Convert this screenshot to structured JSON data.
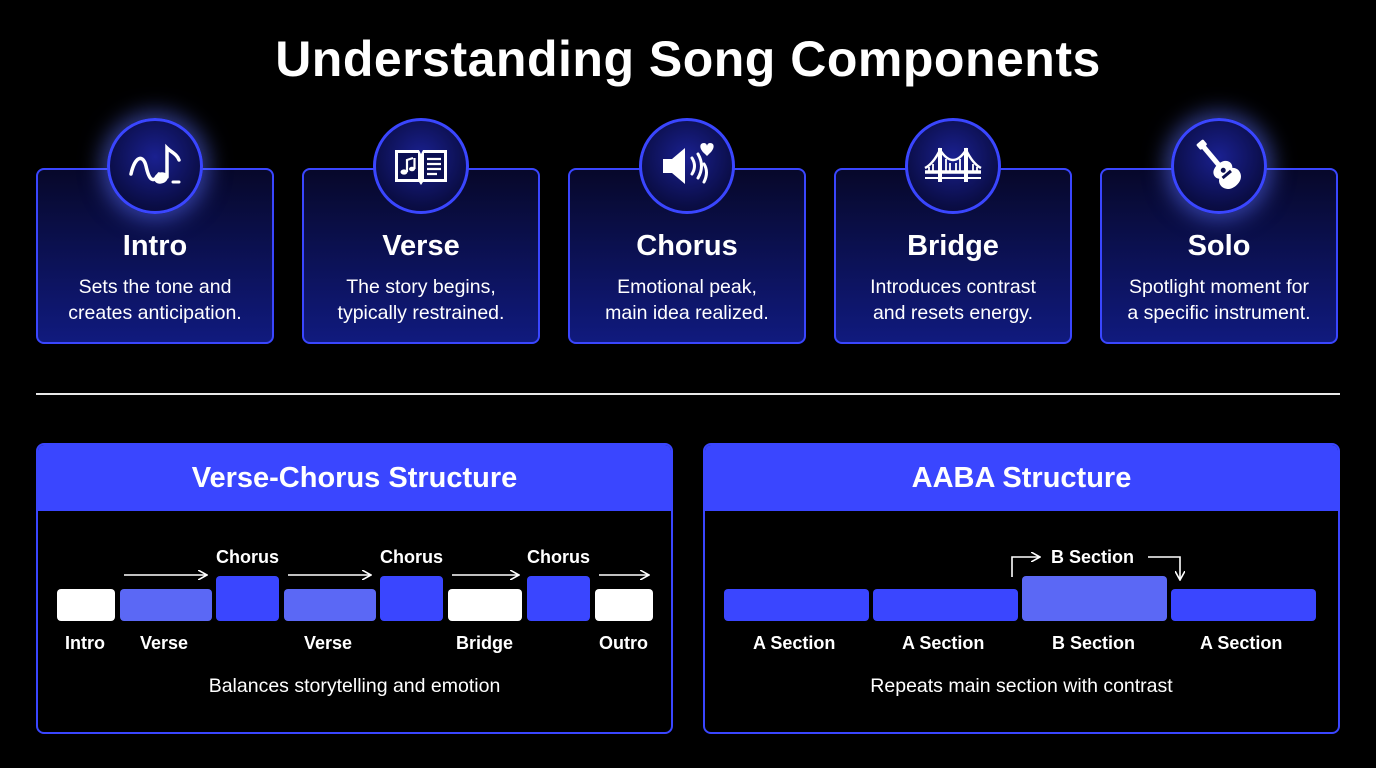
{
  "title": "Understanding Song Components",
  "colors": {
    "accent": "#3a46ff",
    "light_block": "#5b68f5",
    "white_block": "#ffffff",
    "background": "#000000"
  },
  "components": [
    {
      "name": "Intro",
      "desc_line1": "Sets the tone and",
      "desc_line2": "creates anticipation.",
      "icon": "music-note-icon"
    },
    {
      "name": "Verse",
      "desc_line1": "The story begins,",
      "desc_line2": "typically restrained.",
      "icon": "open-book-icon"
    },
    {
      "name": "Chorus",
      "desc_line1": "Emotional peak,",
      "desc_line2": "main idea realized.",
      "icon": "speaker-heart-icon"
    },
    {
      "name": "Bridge",
      "desc_line1": "Introduces contrast",
      "desc_line2": "and resets energy.",
      "icon": "bridge-icon"
    },
    {
      "name": "Solo",
      "desc_line1": "Spotlight moment for",
      "desc_line2": "a specific instrument.",
      "icon": "guitar-icon"
    }
  ],
  "verse_chorus": {
    "title": "Verse-Chorus Structure",
    "note": "Balances storytelling and emotion",
    "top_labels": [
      "Chorus",
      "Chorus",
      "Chorus"
    ],
    "sequence": [
      "Intro",
      "Verse",
      "Chorus",
      "Verse",
      "Chorus",
      "Bridge",
      "Chorus",
      "Outro"
    ],
    "bottom_labels": [
      "Intro",
      "Verse",
      "Verse",
      "Bridge",
      "Outro"
    ]
  },
  "aaba": {
    "title": "AABA Structure",
    "note": "Repeats main section with contrast",
    "top_label": "B Section",
    "sections": [
      "A Section",
      "A Section",
      "B Section",
      "A Section"
    ]
  }
}
